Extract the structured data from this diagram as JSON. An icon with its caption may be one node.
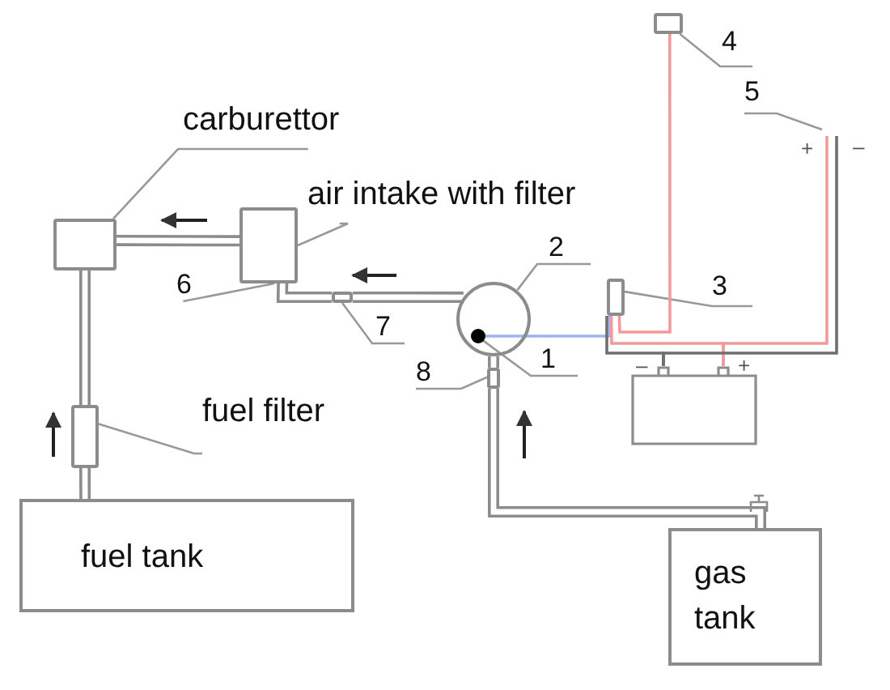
{
  "diagram": {
    "nodes": [
      {
        "text": [
          "carburettor"
        ]
      },
      {
        "text": [],
        "shape": "box"
      },
      {
        "text": [
          "air intake with filter"
        ]
      },
      {
        "text": [],
        "shape": "box"
      },
      {
        "text": [
          "6"
        ]
      },
      {
        "text": [
          "7"
        ]
      },
      {
        "text": [],
        "shape": "box"
      },
      {
        "text": [
          "2"
        ]
      },
      {
        "text": [],
        "shape": "circle"
      },
      {
        "text": [
          "1"
        ]
      },
      {
        "text": [],
        "shape": "circle",
        "in": 8
      },
      {
        "text": [
          "8"
        ]
      },
      {
        "text": [],
        "shape": "box"
      },
      {
        "text": [
          "3"
        ]
      },
      {
        "text": [],
        "shape": "box"
      },
      {
        "text": [
          "4"
        ]
      },
      {
        "text": [],
        "shape": "box"
      },
      {
        "text": [
          "5"
        ]
      },
      {
        "text": [
          "fuel filter"
        ]
      },
      {
        "text": [],
        "shape": "box"
      },
      {
        "text": [
          "fuel tank"
        ]
      },
      {
        "text": [
          "gas tank"
        ]
      },
      {
        "text": [],
        "shape": "box"
      }
    ],
    "edges": [
      {
        "from": 0,
        "to": 1,
        "arrow": "none"
      },
      {
        "from": 2,
        "to": 3,
        "arrow": "none"
      },
      {
        "from": 4,
        "to": 3,
        "arrow": "none"
      },
      {
        "from": 5,
        "to": 6,
        "arrow": "none"
      },
      {
        "from": 7,
        "to": 8,
        "arrow": "none"
      },
      {
        "from": 9,
        "to": 10,
        "arrow": "none"
      },
      {
        "from": 11,
        "to": 12,
        "arrow": "none"
      },
      {
        "from": 13,
        "to": 14,
        "arrow": "none"
      },
      {
        "from": 15,
        "to": 16,
        "arrow": "none"
      },
      {
        "from": 17,
        "to": null,
        "arrow": "none"
      },
      {
        "from": 18,
        "to": 19,
        "arrow": "none"
      },
      {
        "from": 3,
        "to": 1,
        "arrow": "none",
        "style": "thick"
      },
      {
        "from": 3,
        "to": 6,
        "arrow": "none",
        "style": "thick"
      },
      {
        "from": 6,
        "to": 8,
        "arrow": "none",
        "style": "thick"
      },
      {
        "from": 8,
        "to": 12,
        "arrow": "none",
        "style": "thick"
      },
      {
        "from": 12,
        "to": 21,
        "arrow": "none",
        "style": "thick"
      },
      {
        "from": 1,
        "to": 19,
        "arrow": "none",
        "style": "thick"
      },
      {
        "from": 19,
        "to": 20,
        "arrow": "none",
        "style": "thick"
      },
      {
        "from": 10,
        "to": 14,
        "arrow": "none",
        "color": "#9fb4f2"
      },
      {
        "from": 16,
        "to": 14,
        "arrow": "none",
        "color": "#f29a9a"
      },
      {
        "from": 14,
        "to": 22,
        "arrow": "none",
        "color": "#f29a9a"
      },
      {
        "from": 22,
        "to": null,
        "arrow": "none",
        "color": "#f29a9a"
      },
      {
        "from": 14,
        "to": 22,
        "arrow": "none",
        "color": "#6f6f6f"
      },
      {
        "from": 22,
        "to": null,
        "arrow": "none",
        "color": "#6f6f6f"
      }
    ],
    "labels": [
      "+",
      "–",
      "–",
      "+"
    ]
  }
}
